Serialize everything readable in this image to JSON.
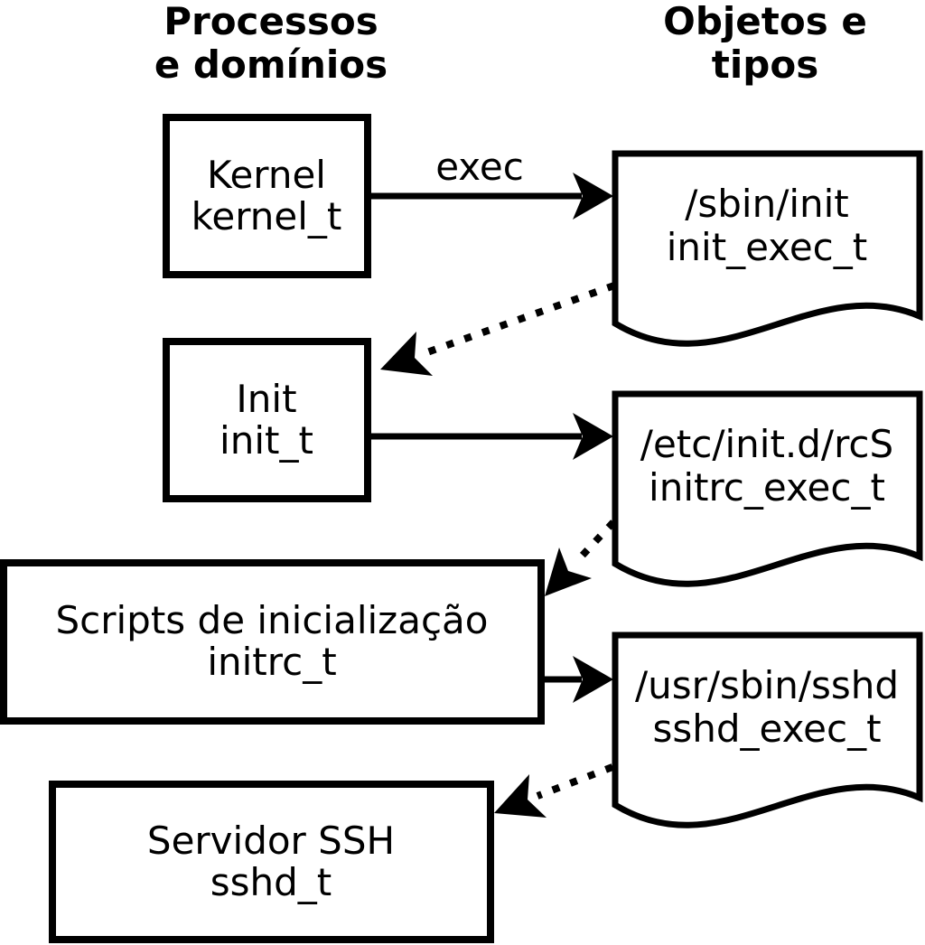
{
  "headers": {
    "left": {
      "line1": "Processos",
      "line2": "e domínios"
    },
    "right": {
      "line1": "Objetos e",
      "line2": "tipos"
    }
  },
  "processes": {
    "kernel": {
      "name": "Kernel",
      "type": "kernel_t"
    },
    "init": {
      "name": "Init",
      "type": "init_t"
    },
    "initrc": {
      "name": "Scripts de inicialização",
      "type": "initrc_t"
    },
    "sshd": {
      "name": "Servidor SSH",
      "type": "sshd_t"
    }
  },
  "objects": {
    "init_exec": {
      "path": "/sbin/init",
      "type": "init_exec_t"
    },
    "initrc_exec": {
      "path": "/etc/init.d/rcS",
      "type": "initrc_exec_t"
    },
    "sshd_exec": {
      "path": "/usr/sbin/sshd",
      "type": "sshd_exec_t"
    }
  },
  "labels": {
    "exec": "exec"
  },
  "colors": {
    "stroke": "#000000",
    "fill": "#ffffff"
  }
}
